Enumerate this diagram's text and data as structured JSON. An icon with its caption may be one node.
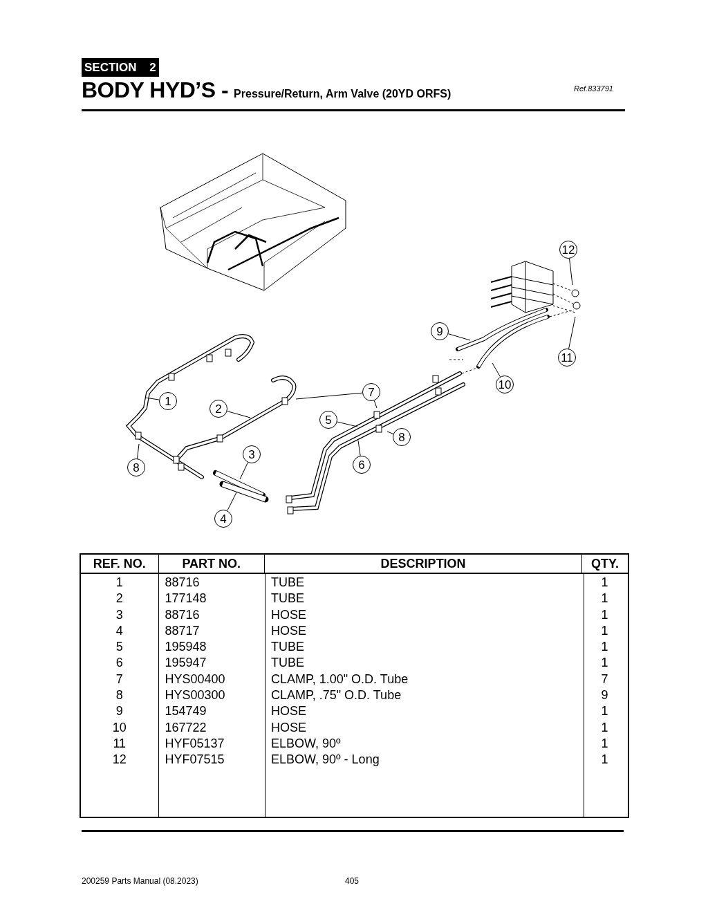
{
  "diagram": {
    "title": "BODY HYD’S -",
    "nodes": [
      {
        "text": [
          "12"
        ]
      },
      {
        "text": [
          "9"
        ]
      },
      {
        "text": [
          "11"
        ]
      },
      {
        "text": [
          "10"
        ]
      },
      {
        "text": [
          "7"
        ]
      },
      {
        "text": [
          "1"
        ]
      },
      {
        "text": [
          "2"
        ]
      },
      {
        "text": [
          "5"
        ]
      },
      {
        "text": [
          "8"
        ]
      },
      {
        "text": [
          "3"
        ]
      },
      {
        "text": [
          "8"
        ]
      },
      {
        "text": [
          "6"
        ]
      },
      {
        "text": [
          "4"
        ]
      }
    ],
    "edges": [
      {
        "from": 0,
        "to": null,
        "arrow": "none"
      },
      {
        "from": 1,
        "to": null,
        "arrow": "none"
      },
      {
        "from": 2,
        "to": null,
        "arrow": "none"
      },
      {
        "from": 3,
        "to": null,
        "arrow": "none"
      },
      {
        "from": 4,
        "to": null,
        "arrow": "none"
      },
      {
        "from": 4,
        "to": null,
        "arrow": "none"
      },
      {
        "from": 5,
        "to": null,
        "arrow": "none"
      },
      {
        "from": 6,
        "to": null,
        "arrow": "none"
      },
      {
        "from": 7,
        "to": null,
        "arrow": "none"
      },
      {
        "from": 8,
        "to": null,
        "arrow": "none"
      },
      {
        "from": 9,
        "to": null,
        "arrow": "none"
      },
      {
        "from": 10,
        "to": null,
        "arrow": "none"
      },
      {
        "from": 11,
        "to": null,
        "arrow": "none"
      },
      {
        "from": 12,
        "to": null,
        "arrow": "none"
      }
    ],
    "labels": [
      "SECTION 2",
      "Pressure/Return, Arm Valve (20YD ORFS)",
      "Ref.833791",
      "REF. NO.",
      "PART NO.",
      "DESCRIPTION",
      "QTY.",
      "1",
      "88716",
      "TUBE",
      "1",
      "2",
      "177148",
      "TUBE",
      "1",
      "3",
      "88716",
      "HOSE",
      "1",
      "4",
      "88717",
      "HOSE",
      "1",
      "5",
      "195948",
      "TUBE",
      "1",
      "6",
      "195947",
      "TUBE",
      "1",
      "7",
      "HYS00400",
      "CLAMP, 1.00\" O.D. Tube",
      "7",
      "8",
      "HYS00300",
      "CLAMP, .75\" O.D. Tube",
      "9",
      "9",
      "154749",
      "HOSE",
      "1",
      "10",
      "167722",
      "HOSE",
      "1",
      "11",
      "HYF05137",
      "ELBOW, 90º",
      "1",
      "12",
      "HYF07515",
      "ELBOW, 90º - Long",
      "1",
      "200259 Parts Manual (08.2023)",
      "405"
    ]
  }
}
